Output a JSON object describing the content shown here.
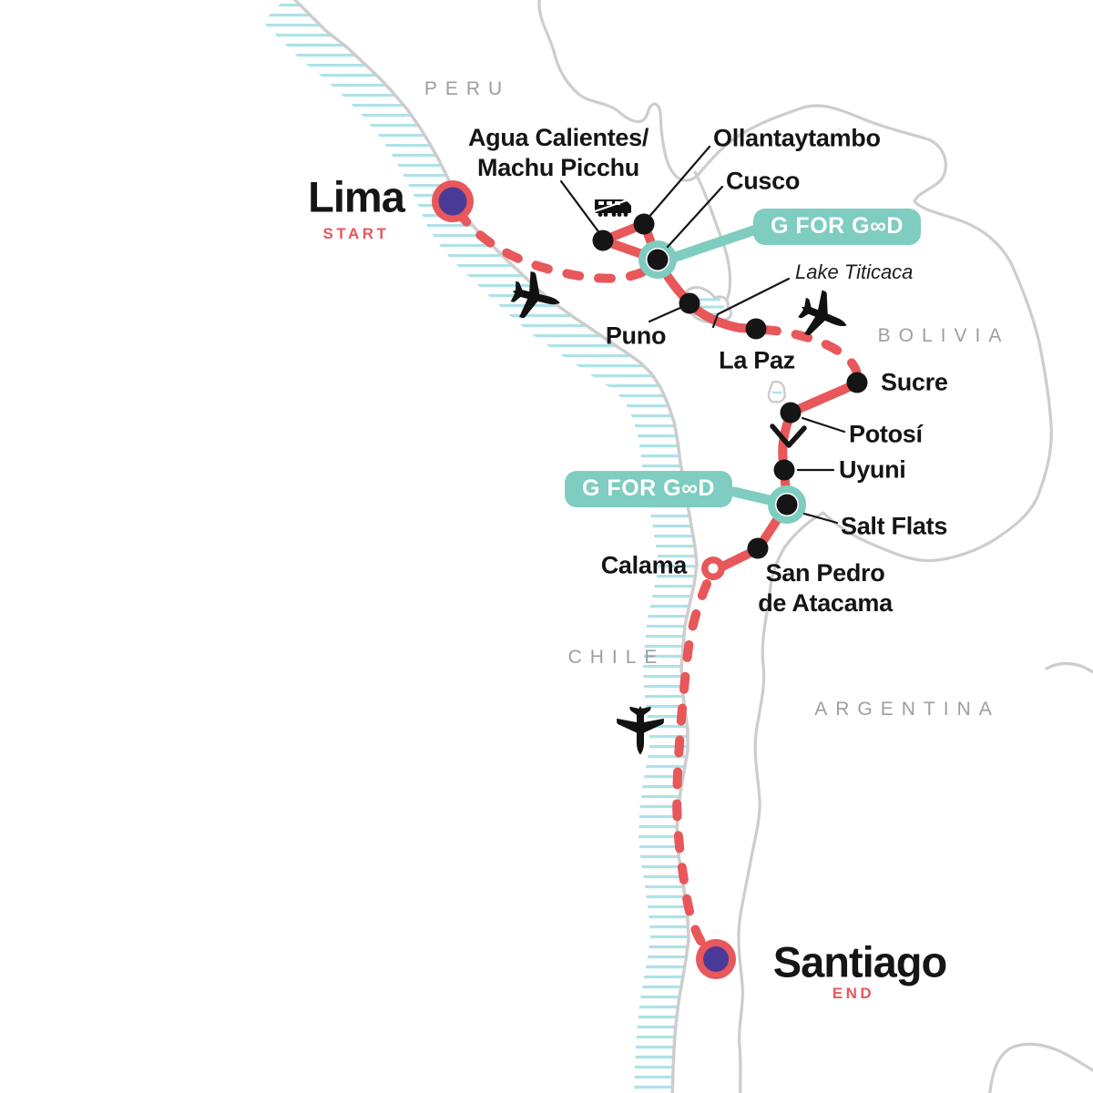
{
  "map": {
    "countries": {
      "peru": "PERU",
      "bolivia": "BOLIVIA",
      "chile": "CHILE",
      "argentina": "ARGENTINA"
    },
    "water": {
      "lake_titicaca": "Lake Titicaca"
    }
  },
  "start": {
    "city": "Lima",
    "tag": "START"
  },
  "end": {
    "city": "Santiago",
    "tag": "END"
  },
  "stops": {
    "agua_calientes_line1": "Agua Calientes/",
    "agua_calientes_line2": "Machu Picchu",
    "ollantaytambo": "Ollantaytambo",
    "cusco": "Cusco",
    "puno": "Puno",
    "la_paz": "La Paz",
    "sucre": "Sucre",
    "potosi": "Potosí",
    "uyuni": "Uyuni",
    "salt_flats": "Salt Flats",
    "calama": "Calama",
    "san_pedro_line1": "San Pedro",
    "san_pedro_line2": "de Atacama"
  },
  "badges": {
    "g_for_good_text": "G FOR GOOD",
    "g_for_good_display": "G FOR G∞D"
  },
  "colors": {
    "route_coral": "#E8575A",
    "marker_purple": "#4A3A97",
    "g_for_good_teal": "#7FCCC1",
    "coast_hatch_blue": "#AEE2E8",
    "border_gray": "#CDCDCD",
    "country_label_gray": "#9B9EA3",
    "ink_black": "#151515"
  }
}
